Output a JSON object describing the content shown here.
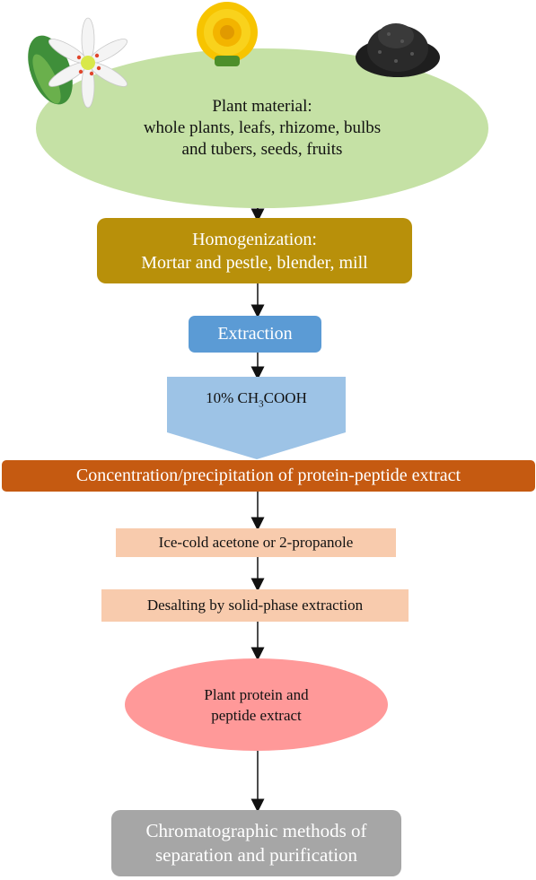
{
  "nodes": {
    "plant_material": {
      "lines": [
        "Plant material:",
        "whole plants, leafs, rhizome, bulbs",
        "and tubers, seeds, fruits"
      ],
      "color": "#c5e1a5"
    },
    "homogenization": {
      "lines": [
        "Homogenization:",
        "Mortar and pestle, blender, mill"
      ],
      "color": "#b8900a"
    },
    "extraction": {
      "label": "Extraction",
      "color": "#5b9bd5"
    },
    "solvent": {
      "prefix": "10% CH",
      "sub1": "3",
      "suffix": "COOH",
      "color": "#9dc3e6"
    },
    "concentration": {
      "label": "Concentration/precipitation of protein-peptide extract",
      "color": "#c55a11"
    },
    "ice_cold": {
      "label": "Ice-cold acetone or 2-propanole",
      "color": "#f8cbad"
    },
    "desalting": {
      "label": "Desalting by solid-phase extraction",
      "color": "#f8cbad"
    },
    "extract": {
      "lines": [
        "Plant protein and",
        "peptide extract"
      ],
      "color": "#ff9999"
    },
    "chromatography": {
      "lines": [
        "Chromatographic methods of",
        "separation and purification"
      ],
      "color": "#a6a6a6"
    }
  },
  "images": [
    "white-flower-icon",
    "dandelion-icon",
    "seeds-pile-icon"
  ],
  "arrow_color": "#111111"
}
